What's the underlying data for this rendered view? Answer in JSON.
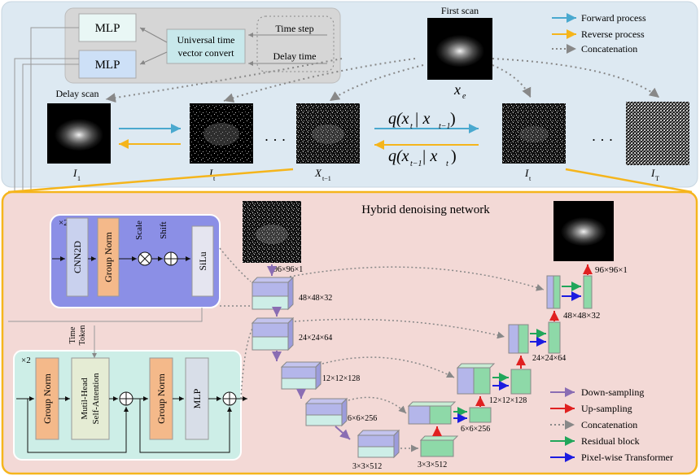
{
  "top_panel": {
    "mlp_top": "MLP",
    "mlp_bottom": "MLP",
    "universal_line1": "Universal time",
    "universal_line2": "vector convert",
    "time_step": "Time step",
    "delay_time": "Delay time",
    "first_scan": "First scan",
    "x_e": "x",
    "x_e_sub": "e",
    "delay_scan": "Delay scan",
    "legend": {
      "forward": "Forward process",
      "reverse": "Reverse process",
      "concat": "Concatenation"
    },
    "frame_labels": [
      "I",
      "I",
      "X",
      "I",
      "I"
    ],
    "frame_subs": [
      "1",
      "t",
      "t−1",
      "t",
      "T"
    ],
    "eq_forward": "q(x",
    "eq_forward_mid": " | x",
    "eq_forward_end": ")",
    "eq_forward_sub1": "t",
    "eq_forward_sub2": "t−1",
    "eq_reverse": "q(x",
    "eq_reverse_mid": " | x",
    "eq_reverse_end": ")",
    "eq_reverse_sub1": "t−1",
    "eq_reverse_sub2": "t",
    "dots": "· · ·"
  },
  "bottom_panel": {
    "title": "Hybrid denoising network",
    "cnn_block": {
      "repeat": "×2",
      "cnn2d": "CNN2D",
      "group_norm": "Group Norm",
      "scale": "Scale",
      "shift": "Shift",
      "silu": "SiLu"
    },
    "trans_block": {
      "repeat": "×2",
      "group_norm1": "Group Norm",
      "attention_line1": "Mutil-Head",
      "attention_line2": "Self-Attention",
      "group_norm2": "Group Norm",
      "mlp": "MLP",
      "time_token_line1": "Time",
      "time_token_line2": "Token"
    },
    "encoder_labels": [
      "96×96×1",
      "48×48×32",
      "24×24×64",
      "12×12×128",
      "6×6×256",
      "3×3×512"
    ],
    "decoder_labels": [
      "3×3×512",
      "6×6×256",
      "12×12×128",
      "24×24×64",
      "48×48×32",
      "96×96×1"
    ],
    "legend": {
      "down": "Down-sampling",
      "up": "Up-sampling",
      "concat": "Concatenation",
      "residual": "Residual block",
      "pixel": "Pixel-wise Transformer"
    }
  },
  "colors": {
    "top_bg": "#dde9f2",
    "bottom_bg": "#f3d9d6",
    "orange": "#f5b51c",
    "blue_arrow": "#4aa9cf",
    "purple_block": "#7f7fd8",
    "teal_block": "#cdeee7",
    "green_block": "#8ed9a8",
    "lavender": "#b4b6ea",
    "group_norm": "#f4b98a",
    "down_arrow": "#8a6db3",
    "up_arrow": "#e02020",
    "residual_arrow": "#21a65a",
    "pixel_arrow": "#1c1ce0"
  }
}
